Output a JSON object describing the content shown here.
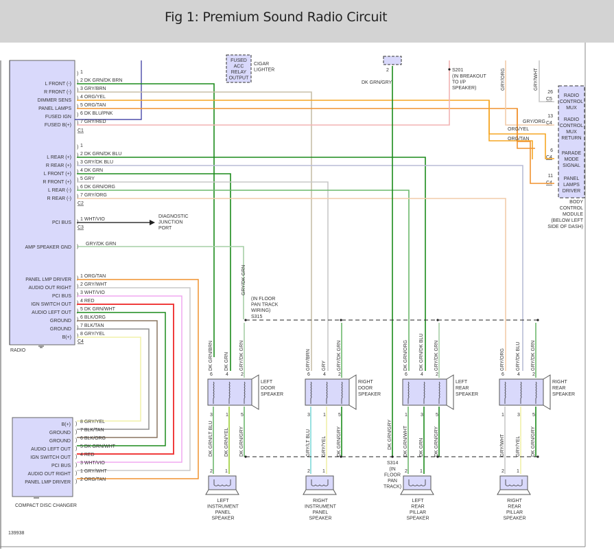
{
  "header": {
    "title": "Fig 1: Premium Sound Radio Circuit"
  },
  "figure_id": "139938",
  "radio": {
    "name": "RADIO",
    "c1": {
      "connector": "C1",
      "pins": [
        {
          "pin": "1",
          "label": "",
          "wire": ""
        },
        {
          "pin": "2",
          "label": "L FRONT (-)",
          "wire": "DK GRN/DK BRN"
        },
        {
          "pin": "3",
          "label": "R FRONT (-)",
          "wire": "GRY/BRN"
        },
        {
          "pin": "4",
          "label": "DIMMER SENS",
          "wire": "ORG/YEL"
        },
        {
          "pin": "5",
          "label": "PANEL LAMPS",
          "wire": "ORG/TAN"
        },
        {
          "pin": "6",
          "label": "FUSED IGN",
          "wire": "DK BLU/PNK"
        },
        {
          "pin": "7",
          "label": "FUSED B(+)",
          "wire": "GRY/RED"
        }
      ]
    },
    "c2": {
      "connector": "C2",
      "pins": [
        {
          "pin": "1",
          "label": "",
          "wire": ""
        },
        {
          "pin": "2",
          "label": "L REAR (+)",
          "wire": "DK GRN/DK BLU"
        },
        {
          "pin": "3",
          "label": "R REAR (+)",
          "wire": "GRY/DK BLU"
        },
        {
          "pin": "4",
          "label": "L FRONT (+)",
          "wire": "DK GRN"
        },
        {
          "pin": "5",
          "label": "R FRONT (+)",
          "wire": "GRY"
        },
        {
          "pin": "6",
          "label": "L REAR (-)",
          "wire": "DK GRN/ORG"
        },
        {
          "pin": "7",
          "label": "R REAR (-)",
          "wire": "GRY/ORG"
        }
      ]
    },
    "c3": {
      "connector": "C3",
      "pins": [
        {
          "pin": "1",
          "label": "PCI BUS",
          "wire": "WHT/VIO"
        }
      ]
    },
    "amp_gnd": {
      "label": "AMP SPEAKER GND",
      "wire": "GRY/DK GRN"
    },
    "c4": {
      "connector": "C4",
      "pins": [
        {
          "pin": "1",
          "label": "PANEL LMP DRIVER",
          "wire": "ORG/TAN"
        },
        {
          "pin": "2",
          "label": "AUDIO OUT RIGHT",
          "wire": "GRY/WHT"
        },
        {
          "pin": "3",
          "label": "PCI BUS",
          "wire": "WHT/VIO"
        },
        {
          "pin": "4",
          "label": "IGN SWITCH OUT",
          "wire": "RED"
        },
        {
          "pin": "5",
          "label": "AUDIO LEFT OUT",
          "wire": "DK GRN/WHT"
        },
        {
          "pin": "6",
          "label": "GROUND",
          "wire": "BLK/ORG"
        },
        {
          "pin": "7",
          "label": "GROUND",
          "wire": "BLK/TAN"
        },
        {
          "pin": "8",
          "label": "B(+)",
          "wire": "GRY/YEL"
        }
      ]
    }
  },
  "cd_changer": {
    "name": "COMPACT DISC CHANGER",
    "pins": [
      {
        "pin": "8",
        "label": "B(+)",
        "wire": "GRY/YEL"
      },
      {
        "pin": "7",
        "label": "GROUND",
        "wire": "BLK/TAN"
      },
      {
        "pin": "6",
        "label": "GROUND",
        "wire": "BLK/ORG"
      },
      {
        "pin": "5",
        "label": "AUDIO LEFT OUT",
        "wire": "DK GRN/WHT"
      },
      {
        "pin": "4",
        "label": "IGN SWITCH OUT",
        "wire": "RED"
      },
      {
        "pin": "3",
        "label": "PCI BUS",
        "wire": "WHT/VIO"
      },
      {
        "pin": "1",
        "label": "AUDIO OUT RIGHT",
        "wire": "GRY/WHT"
      },
      {
        "pin": "2",
        "label": "PANEL LMP DRIVER",
        "wire": "ORG/TAN"
      }
    ]
  },
  "diagnostic": {
    "lines": [
      "DIAGNOSTIC",
      "JUNCTION",
      "PORT"
    ]
  },
  "fused_acc": {
    "lines": [
      "FUSED",
      "ACC",
      "RELAY",
      "OUTPUT"
    ],
    "side": [
      "CIGAR",
      "LIGHTER"
    ]
  },
  "dk_grn_gry_top": {
    "pin": "2",
    "wire": "DK GRN/GRY"
  },
  "s201": {
    "name": "S201",
    "lines": [
      "(IN BREAKOUT",
      "TO I/P",
      "SPEAKER)"
    ]
  },
  "bcm": {
    "name_lines": [
      "BODY",
      "CONTROL",
      "MODULE",
      "(BELOW LEFT",
      "SIDE OF DASH)"
    ],
    "pins": [
      {
        "pin": "26",
        "conn": "C5",
        "lines": [
          "RADIO",
          "CONTROL",
          "MUX"
        ],
        "wire": "GRY/WHT"
      },
      {
        "pin": "13",
        "conn": "C4",
        "lines": [
          "RADIO",
          "CONTROL",
          "MUX",
          "RETURN"
        ],
        "wire": "GRY/ORG"
      },
      {
        "pin": "6",
        "conn": "C4",
        "lines": [
          "PARADE",
          "MODE",
          "SIGNAL"
        ],
        "wire": "ORG/YEL"
      },
      {
        "pin": "11",
        "conn": "C4",
        "lines": [
          "PANEL",
          "LAMPS",
          "DRIVER"
        ],
        "wire": "ORG/TAN"
      }
    ],
    "vert_wires": [
      "GRY/ORG",
      "GRY/WHT"
    ],
    "wire_labels": [
      "GRY/ORG",
      "ORG/YEL",
      "ORG/TAN"
    ]
  },
  "splices": {
    "s315": {
      "name": "S315",
      "lines": [
        "(IN FLOOR",
        "PAN TRACK",
        "WIRING)"
      ],
      "wire": "GRY/DK GRN"
    },
    "s314": {
      "name": "S314",
      "lines": [
        "(IN",
        "FLOOR",
        "PAN",
        "TRACK)"
      ]
    }
  },
  "door_speakers": [
    {
      "name_lines": [
        "LEFT",
        "DOOR",
        "SPEAKER"
      ],
      "top": [
        {
          "pin": "6",
          "wire": "DK GRN/BRN"
        },
        {
          "pin": "4",
          "wire": "DK GRN"
        },
        {
          "pin": "2",
          "wire": "GRY/DK GRN"
        }
      ],
      "bottom": [
        {
          "pin": "3",
          "wire": "DK GRN/LT BLU"
        },
        {
          "pin": "1",
          "wire": "DK GRN/YEL"
        },
        {
          "pin": "5",
          "wire": "DK GRN/GRY"
        }
      ]
    },
    {
      "name_lines": [
        "RIGHT",
        "DOOR",
        "SPEAKER"
      ],
      "top": [
        {
          "pin": "6",
          "wire": "GRY/BRN"
        },
        {
          "pin": "4",
          "wire": "GRY"
        },
        {
          "pin": "2",
          "wire": "GRY/DK GRN"
        }
      ],
      "bottom": [
        {
          "pin": "3",
          "wire": "GRY/LT BLU"
        },
        {
          "pin": "1",
          "wire": "GRY/YEL"
        },
        {
          "pin": "5",
          "wire": "DK GRN/GRY"
        }
      ]
    },
    {
      "name_lines": [
        "LEFT",
        "REAR",
        "SPEAKER"
      ],
      "top": [
        {
          "pin": "6",
          "wire": "DK GRN/ORG"
        },
        {
          "pin": "4",
          "wire": "DK GRN/DK BLU"
        },
        {
          "pin": "2",
          "wire": "GRY/DK GRN"
        }
      ],
      "bottom": [
        {
          "pin": "1",
          "wire": "DK GRN/WHT"
        },
        {
          "pin": "3",
          "wire": "DK GRN"
        },
        {
          "pin": "5",
          "wire": "DK GRN/GRY"
        }
      ]
    },
    {
      "name_lines": [
        "RIGHT",
        "REAR",
        "SPEAKER"
      ],
      "top": [
        {
          "pin": "6",
          "wire": "GRY/ORG"
        },
        {
          "pin": "4",
          "wire": "GRY/DK BLU"
        },
        {
          "pin": "2",
          "wire": "GRY/DK GRN"
        }
      ],
      "bottom": [
        {
          "pin": "1",
          "wire": "GRY/WHT"
        },
        {
          "pin": "3",
          "wire": "GRY/YEL"
        },
        {
          "pin": "5",
          "wire": "DK GRN/GRY"
        }
      ]
    }
  ],
  "s314_wire": "DK GRN/GRY",
  "small_speakers": [
    {
      "name_lines": [
        "LEFT",
        "INSTRUMENT",
        "PANEL",
        "SPEAKER"
      ],
      "pins": [
        "2",
        "1"
      ]
    },
    {
      "name_lines": [
        "RIGHT",
        "INSTRUMENT",
        "PANEL",
        "SPEAKER"
      ],
      "pins": [
        "2",
        "1"
      ]
    },
    {
      "name_lines": [
        "LEFT",
        "REAR",
        "PILLAR",
        "SPEAKER"
      ],
      "pins": [
        "2",
        "1"
      ]
    },
    {
      "name_lines": [
        "RIGHT",
        "REAR",
        "PILLAR",
        "SPEAKER"
      ],
      "pins": [
        "2",
        "1"
      ]
    }
  ],
  "colors": {
    "module_fill": "#d9d9fb",
    "dk_grn": "#1a8a1a",
    "dk_grn_light": "#6cb86c",
    "gry": "#c8c8c8",
    "gry_brn": "#c8bfa8",
    "org_yel": "#f5a623",
    "org_tan": "#f0922e",
    "dk_blu": "#2b2b9a",
    "gry_red": "#f2b3b3",
    "gry_blu": "#b8bcd6",
    "gry_org": "#f2ccaa",
    "gry_dkgrn": "#a6cfa6",
    "red": "#f03c3c",
    "wht_vio": "#f0a8f0",
    "blk_org": "#8a7560",
    "blk_tan": "#8f8f8f",
    "gry_yel": "#f0f0a8",
    "lt_blu": "#7fd8d8",
    "yel_grn": "#9acd32"
  }
}
